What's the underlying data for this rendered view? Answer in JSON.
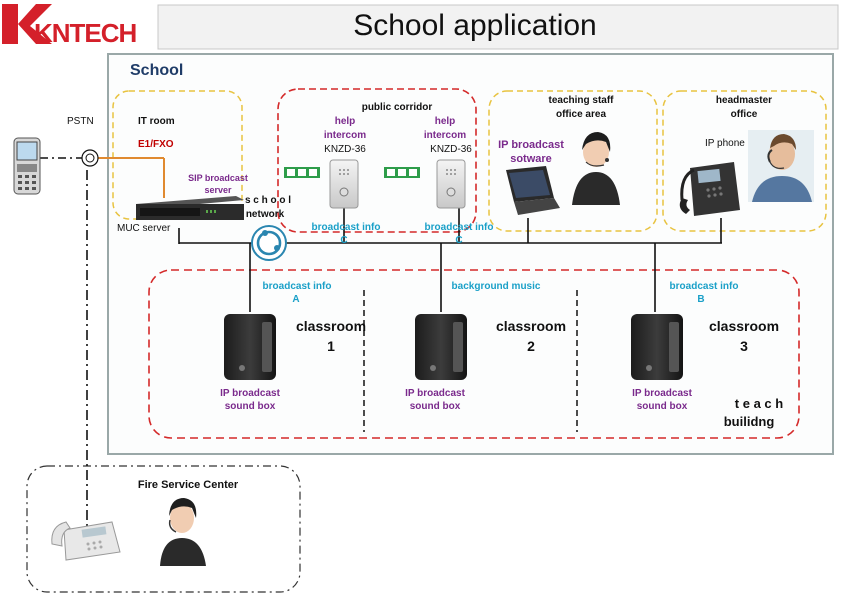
{
  "brand": {
    "logo_text": "KNTECH",
    "color": "#d4202a"
  },
  "header": {
    "title": "School application"
  },
  "school": {
    "label": "School"
  },
  "pstn": {
    "label": "PSTN"
  },
  "it_room": {
    "title": "IT room",
    "e1": "E1/FXO",
    "sip_l1": "SIP broadcast",
    "sip_l2": "server",
    "muc": "MUC server"
  },
  "network": {
    "l1": "s c h o o l",
    "l2": "network"
  },
  "corridor": {
    "title": "public corridor",
    "intercom_l1": "help",
    "intercom_l2": "intercom",
    "model": "KNZD-36",
    "info_label": "broadcast info",
    "info_tag": "C"
  },
  "staff": {
    "l1": "teaching staff",
    "l2": "office area",
    "sw_l1": "IP broadcast",
    "sw_l2": "sotware"
  },
  "headmaster": {
    "l1": "headmaster",
    "l2": "office",
    "phone": "IP phone"
  },
  "building": {
    "label_top": "t e a c h",
    "label_bottom": "builidng",
    "info_a": "broadcast info",
    "tag_a": "A",
    "music": "background music",
    "info_b": "broadcast info",
    "tag_b": "B",
    "room_word": "classroom",
    "room1": "1",
    "room2": "2",
    "room3": "3",
    "box_l1": "IP broadcast",
    "box_l2": "sound box"
  },
  "fire": {
    "title": "Fire Service Center"
  }
}
